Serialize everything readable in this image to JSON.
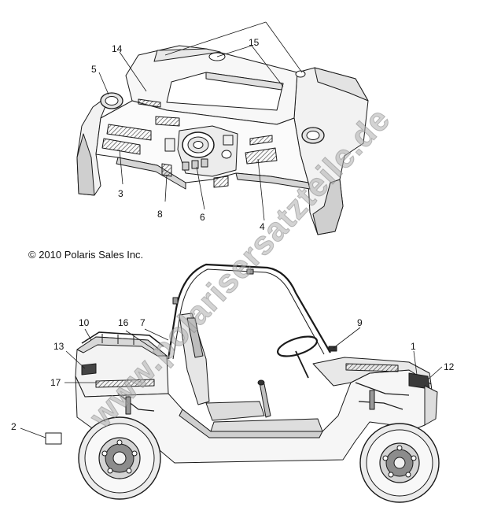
{
  "copyright": "© 2010 Polaris Sales Inc.",
  "watermark": "www.polarisersatzteile.de",
  "colors": {
    "line": "#1a1a1a",
    "shade": "#d9d9d9",
    "dark": "#6a6a6a",
    "watermark": "#b0b0b0"
  },
  "callouts": {
    "c1": "1",
    "c2": "2",
    "c3": "3",
    "c4": "4",
    "c5": "5",
    "c6": "6",
    "c7": "7",
    "c8": "8",
    "c9": "9",
    "c10": "10",
    "c12": "12",
    "c13": "13",
    "c14": "14",
    "c15": "15",
    "c16": "16",
    "c17": "17"
  }
}
